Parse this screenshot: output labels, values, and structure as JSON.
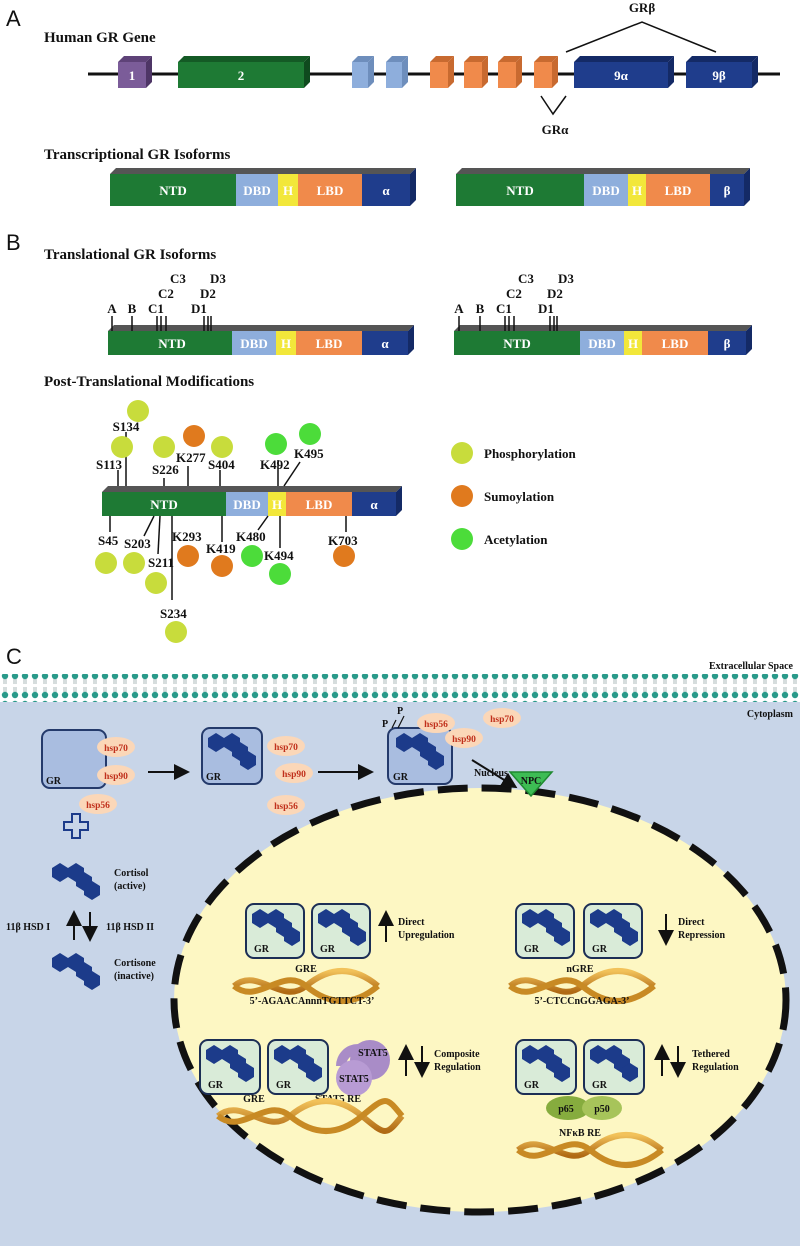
{
  "panels": {
    "a": "A",
    "b": "B",
    "c": "C"
  },
  "headings": {
    "gene": "Human GR Gene",
    "transcriptional": "Transcriptional GR Isoforms",
    "translational": "Translational GR Isoforms",
    "ptm": "Post-Translational Modifications"
  },
  "gene": {
    "exon1": "1",
    "exon2": "2",
    "exon9a": "9α",
    "exon9b": "9β",
    "grbeta": "GRβ",
    "gralpha": "GRα"
  },
  "domains": {
    "ntd": "NTD",
    "dbd": "DBD",
    "h": "H",
    "lbd": "LBD",
    "alpha": "α",
    "beta": "β"
  },
  "translational_sites": {
    "a": "A",
    "b": "B",
    "c1": "C1",
    "c2": "C2",
    "c3": "C3",
    "d1": "D1",
    "d2": "D2",
    "d3": "D3"
  },
  "ptm_sites": {
    "s134": "S134",
    "s113": "S113",
    "s226": "S226",
    "k277": "K277",
    "s404": "S404",
    "k492": "K492",
    "k495": "K495",
    "s45": "S45",
    "s203": "S203",
    "k293": "K293",
    "s211": "S211",
    "k419": "K419",
    "k480": "K480",
    "k494": "K494",
    "k703": "K703",
    "s234": "S234"
  },
  "legend": {
    "phosphorylation": "Phosphorylation",
    "sumoylation": "Sumoylation",
    "acetylation": "Acetylation"
  },
  "colors": {
    "exon1": "#7b5c99",
    "ntd": "#1e7a34",
    "dbd": "#8eaedc",
    "hinge": "#f2e73a",
    "lbd": "#f08a4b",
    "isoform": "#1f3d8c",
    "phosphorylation": "#c8dc3c",
    "sumoylation": "#e07a1e",
    "acetylation": "#4cdc3a",
    "cytoplasm": "#c8d5e8",
    "nucleus": "#fdf7c3",
    "hsp": "#fbd7b8",
    "receptor": "#d9ebd8",
    "stat5": "#a98cc7",
    "nfkb": "#86ac3e",
    "steroid": "#1c3b8a",
    "npc": "#3dbc54"
  },
  "pathway": {
    "extracellular": "Extracellular Space",
    "cytoplasm": "Cytoplasm",
    "nucleus": "Nucleus",
    "gr": "GR",
    "hsp70": "hsp70",
    "hsp90": "hsp90",
    "hsp56": "hsp56",
    "p": "P",
    "npc": "NPC",
    "cortisol_1": "Cortisol",
    "cortisol_2": "(active)",
    "cortisone_1": "Cortisone",
    "cortisone_2": "(inactive)",
    "hsd1": "11β HSD I",
    "hsd2": "11β HSD II"
  },
  "regulation": {
    "direct_up_1": "Direct",
    "direct_up_2": "Upregulation",
    "gre": "GRE",
    "gre_seq": "5’-AGAACAnnnTGTTCT-3’",
    "direct_rep_1": "Direct",
    "direct_rep_2": "Repression",
    "ngre": "nGRE",
    "ngre_seq": "5’-CTCCnGGAGA-3’",
    "composite_1": "Composite",
    "composite_2": "Regulation",
    "stat5": "STAT5",
    "stat5_re": "STAT5 RE",
    "tethered_1": "Tethered",
    "tethered_2": "Regulation",
    "p65": "p65",
    "p50": "p50",
    "nfkb_re": "NFκB RE"
  }
}
